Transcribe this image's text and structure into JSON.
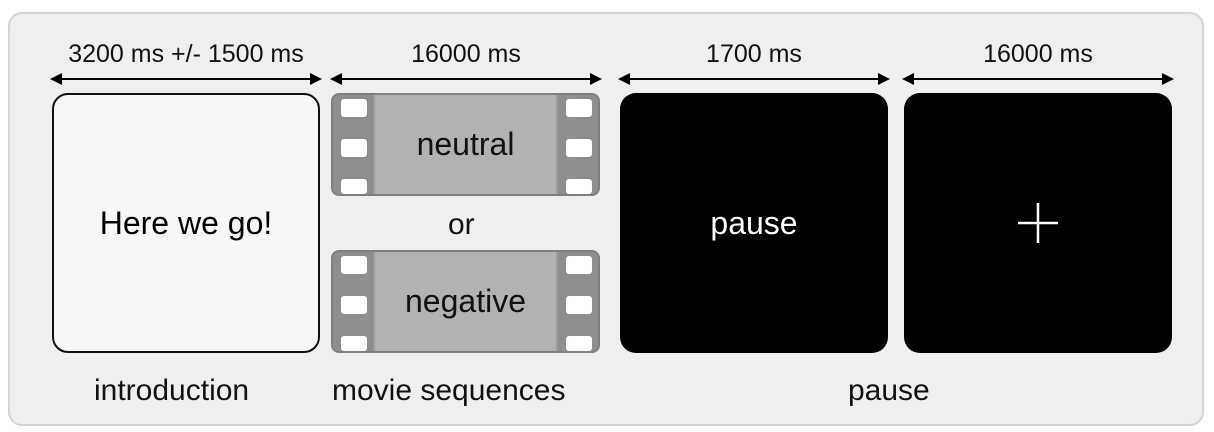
{
  "durations": {
    "introduction": "3200 ms +/- 1500 ms",
    "movie": "16000 ms",
    "pause_screen": "1700 ms",
    "fixation": "16000 ms"
  },
  "screens": {
    "introduction_text": "Here we go!",
    "movie_neutral": "neutral",
    "movie_or": "or",
    "movie_negative": "negative",
    "pause_text": "pause",
    "fixation_symbol": "+"
  },
  "phases": {
    "introduction": "introduction",
    "movie": "movie sequences",
    "pause": "pause"
  },
  "colors": {
    "background": "#efefef",
    "screen_black": "#000000",
    "film_strip": "#8e8e8e",
    "film_frame": "#b2b2b2"
  }
}
